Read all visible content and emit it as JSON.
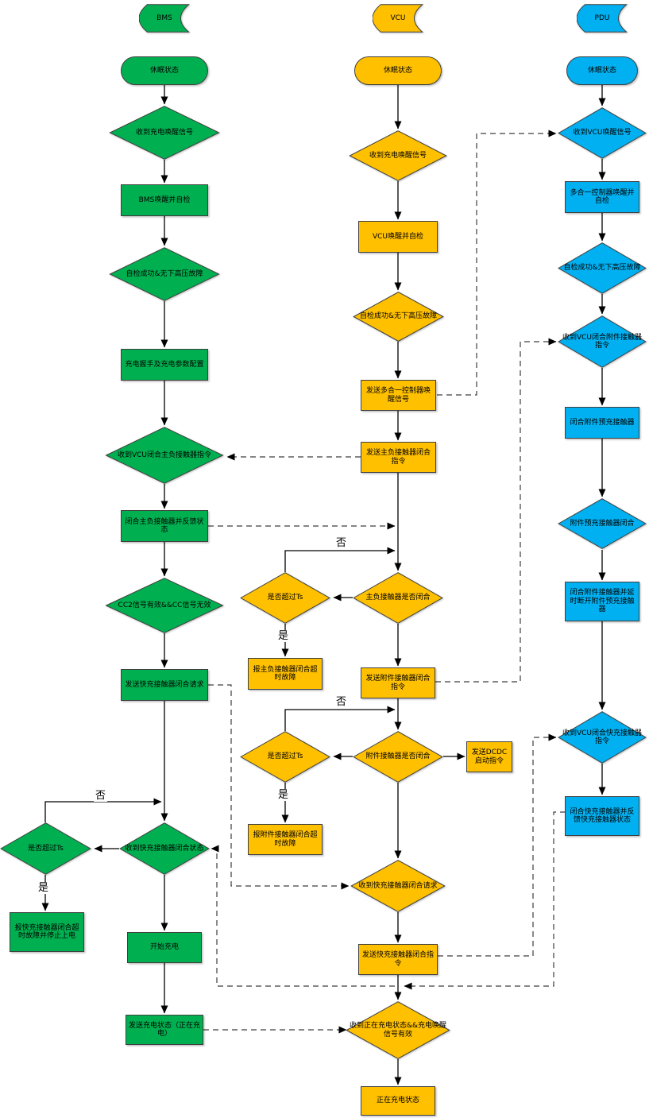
{
  "colors": {
    "bms": "#00B050",
    "vcu": "#FFC000",
    "pdu": "#00B0F0"
  },
  "edge_labels": {
    "no": "否",
    "yes": "是"
  },
  "lanes": {
    "bms": {
      "header": "BMS",
      "nodes": {
        "sleep": "休眠状态",
        "wake": "收到充电唤醒信号",
        "selfcheck": "BMS唤醒并自检",
        "selfcheck_ok": "自检成功&无下高压故障",
        "handshake": "充电握手及充电参数配置",
        "recv_close_main": "收到VCU闭合主负接触器指令",
        "close_main": "闭合主负接触器并反馈状态",
        "cc2": "CC2信号有效&&CC信号无效",
        "send_fast_req": "发送快充接触器闭合请求",
        "recv_fast_status": "收到快充接触器闭合状态",
        "timeout": "是否超过Ts",
        "timeout_fault": "报快充接触器闭合超时故障并停止上电",
        "start_charge": "开始充电",
        "send_charging": "发送充电状态（正在充电）"
      }
    },
    "vcu": {
      "header": "VCU",
      "nodes": {
        "sleep": "休眠状态",
        "wake": "收到充电唤醒信号",
        "selfcheck": "VCU唤醒并自检",
        "selfcheck_ok": "自检成功&无下高压故障",
        "send_wake": "发送多合一控制器唤醒信号",
        "send_main_close": "发送主负接触器闭合指令",
        "main_closed": "主负接触器是否闭合",
        "timeout1": "是否超过Ts",
        "main_timeout_fault": "报主负接触器闭合超时故障",
        "send_acc_close": "发送附件接触器闭合指令",
        "acc_closed": "附件接触器是否闭合",
        "send_dcdc": "发送DCDC启动指令",
        "timeout2": "是否超过Ts",
        "acc_timeout_fault": "报附件接触器闭合超时故障",
        "recv_fast_req": "收到快充接触器闭合请求",
        "send_fast_close": "发送快充接触器闭合指令",
        "recv_charging": "收到正在充电状态&&充电唤醒信号有效",
        "charging": "正在充电状态"
      }
    },
    "pdu": {
      "header": "PDU",
      "nodes": {
        "sleep": "休眠状态",
        "recv_vcu_wake": "收到VCU唤醒信号",
        "selfcheck": "多合一控制器唤醒并自检",
        "selfcheck_ok": "自检成功&无下高压故障",
        "recv_acc_close": "收到VCU闭合附件接触器指令",
        "close_precharge": "闭合附件预充接触器",
        "precharge_closed": "附件预充接触器闭合",
        "close_acc": "闭合附件接触器并延时断开附件预充接触器",
        "recv_fast_close": "收到VCU闭合快充接触器指令",
        "close_fast": "闭合快充接触器并反馈快充接触器状态"
      }
    }
  }
}
